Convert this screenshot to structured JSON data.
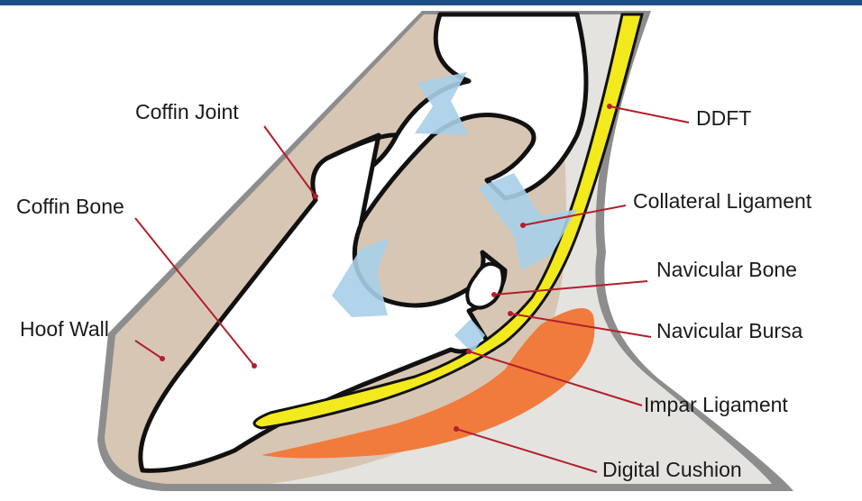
{
  "labels": {
    "coffin_joint": "Coffin Joint",
    "coffin_bone": "Coffin Bone",
    "hoof_wall": "Hoof Wall",
    "ddft": "DDFT",
    "collateral_ligament": "Collateral Ligament",
    "navicular_bone": "Navicular Bone",
    "navicular_bursa": "Navicular Bursa",
    "impar_ligament": "Impar Ligament",
    "digital_cushion": "Digital Cushion"
  },
  "colors": {
    "top_bar": "#1d4f86",
    "background": "#ffffff",
    "hoof_wall": "#d8c6b4",
    "hoof_edge": "#8d8d8d",
    "soft_tissue": "#e5e3df",
    "bone_fill": "#ffffff",
    "bone_outline": "#111111",
    "tendon": "#f2ea1c",
    "ligament": "#a9cfe8",
    "digital_cushion": "#f07b3c",
    "leader_line": "#b21f2d"
  }
}
